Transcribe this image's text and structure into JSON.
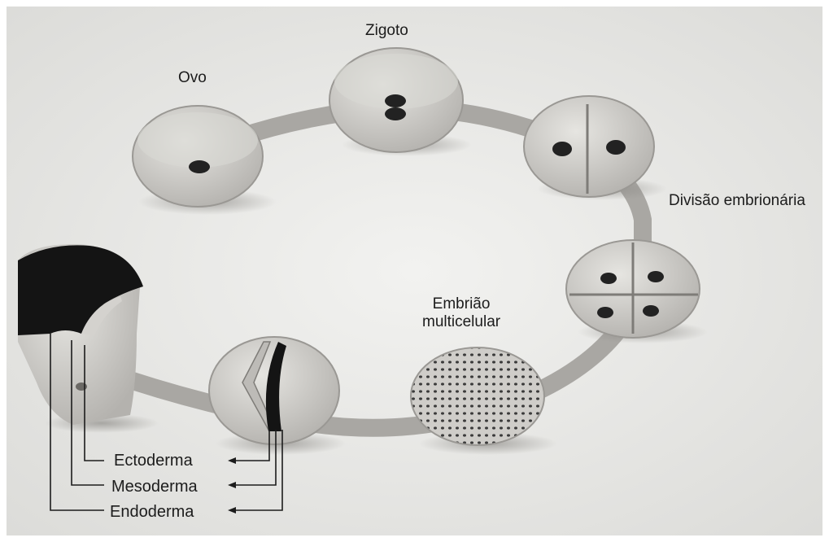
{
  "labels": {
    "ovo": "Ovo",
    "zigoto": "Zigoto",
    "divisao": "Divisão embrionária",
    "embriao_line1": "Embrião",
    "embriao_line2": "multicelular",
    "ectoderma": "Ectoderma",
    "mesoderma": "Mesoderma",
    "endoderma": "Endoderma"
  },
  "colors": {
    "background": "#ebebe9",
    "cell": "#c6c4c0",
    "cell_light": "#e4e3df",
    "path": "#a9a7a3",
    "nucleus": "#222222",
    "ectoderm": "#141414",
    "text": "#1c1c1c"
  }
}
